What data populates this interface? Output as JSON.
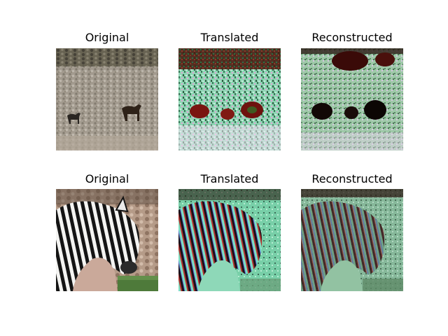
{
  "figure": {
    "row1": {
      "original_title": "Original",
      "translated_title": "Translated",
      "reconstructed_title": "Reconstructed"
    },
    "row2": {
      "original_title": "Original",
      "translated_title": "Translated",
      "reconstructed_title": "Reconstructed"
    }
  }
}
